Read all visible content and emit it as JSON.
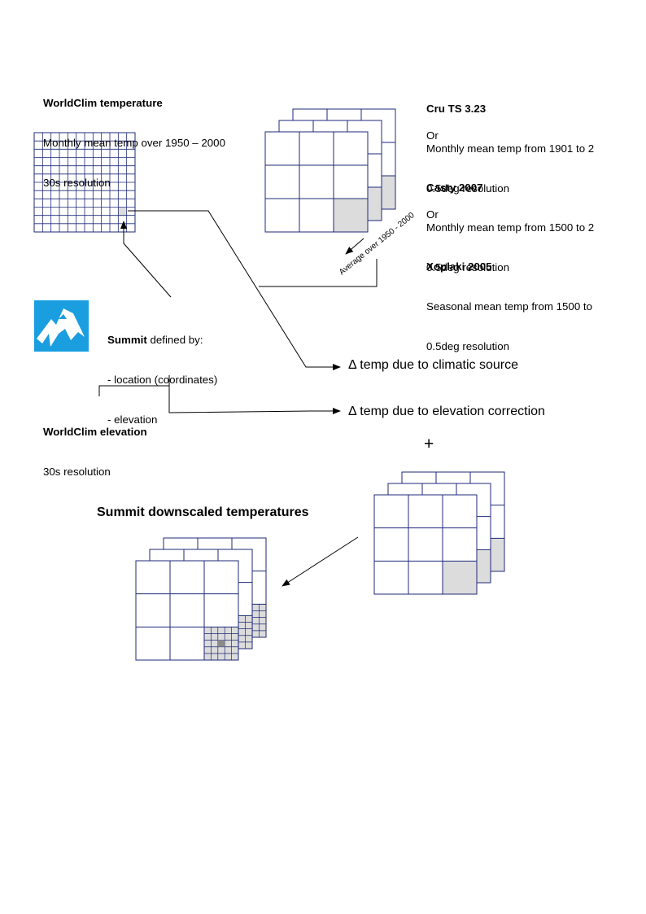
{
  "worldclim_temperature": {
    "title": "WorldClim temperature",
    "line1": "Monthly mean temp over 1950 – 2000",
    "line2": "30s resolution"
  },
  "sources": {
    "cru": {
      "title": "Cru TS 3.23",
      "line1": "Monthly mean temp from 1901 to 2",
      "line2": "0.5deg resolution"
    },
    "or1": "Or",
    "casty": {
      "title": "Casty 2007",
      "line1": "Monthly mean temp from 1500 to 2",
      "line2": "0.5deg resolution"
    },
    "or2": "Or",
    "xoplaki": {
      "title": "Xoplaki 2005",
      "line1": "Seasonal mean temp from 1500 to",
      "line2": "0.5deg resolution"
    }
  },
  "average_label": "Average over 1950 - 2000",
  "summit": {
    "bold": "Summit",
    "rest": " defined by:",
    "item1": "- location (coordinates)",
    "item2": "- elevation"
  },
  "worldclim_elevation": {
    "title": "WorldClim elevation",
    "line1": "30s resolution"
  },
  "delta_climatic": "Δ temp due to climatic source",
  "delta_elevation": "Δ temp due to elevation correction",
  "plus": "+",
  "downscaled_title": "Summit downscaled temperatures",
  "colors": {
    "grid": "#1f2a78",
    "cell_fill": "#dcdcdc",
    "cell_dark": "#8a8a8a",
    "logo_bg": "#1a9ee0",
    "line": "#000000"
  },
  "icons": {
    "summit_logo": "mountain-logo-icon"
  }
}
